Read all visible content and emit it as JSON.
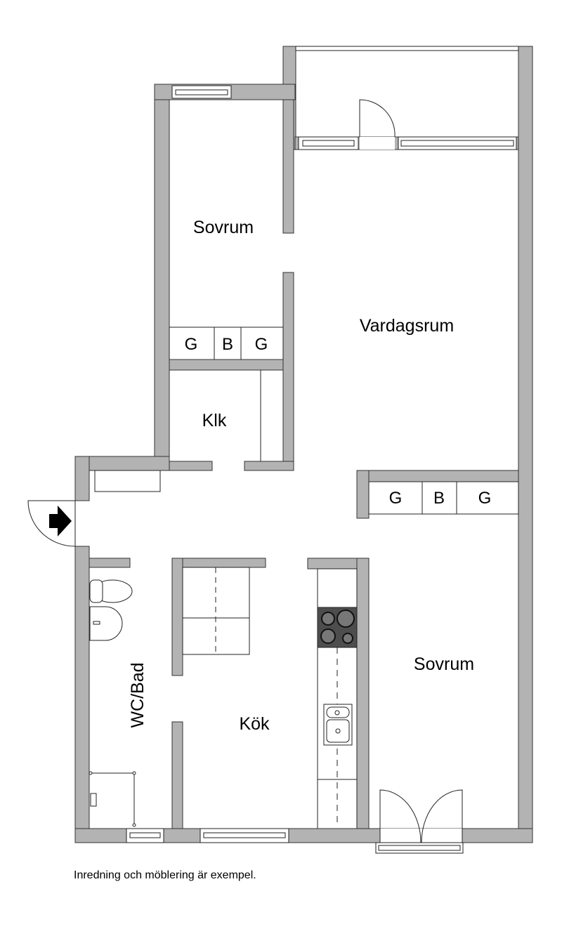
{
  "rooms": {
    "bedroom_top": "Sovrum",
    "living_room": "Vardagsrum",
    "walk_in_closet": "Klk",
    "bedroom_right": "Sovrum",
    "kitchen": "Kök",
    "bathroom": "WC/Bad"
  },
  "closets_top": [
    "G",
    "B",
    "G"
  ],
  "closets_right": [
    "G",
    "B",
    "G"
  ],
  "caption": "Inredning och möblering är exempel.",
  "colors": {
    "wall": "#b3b3b3",
    "stove": "#4d4d4d"
  }
}
